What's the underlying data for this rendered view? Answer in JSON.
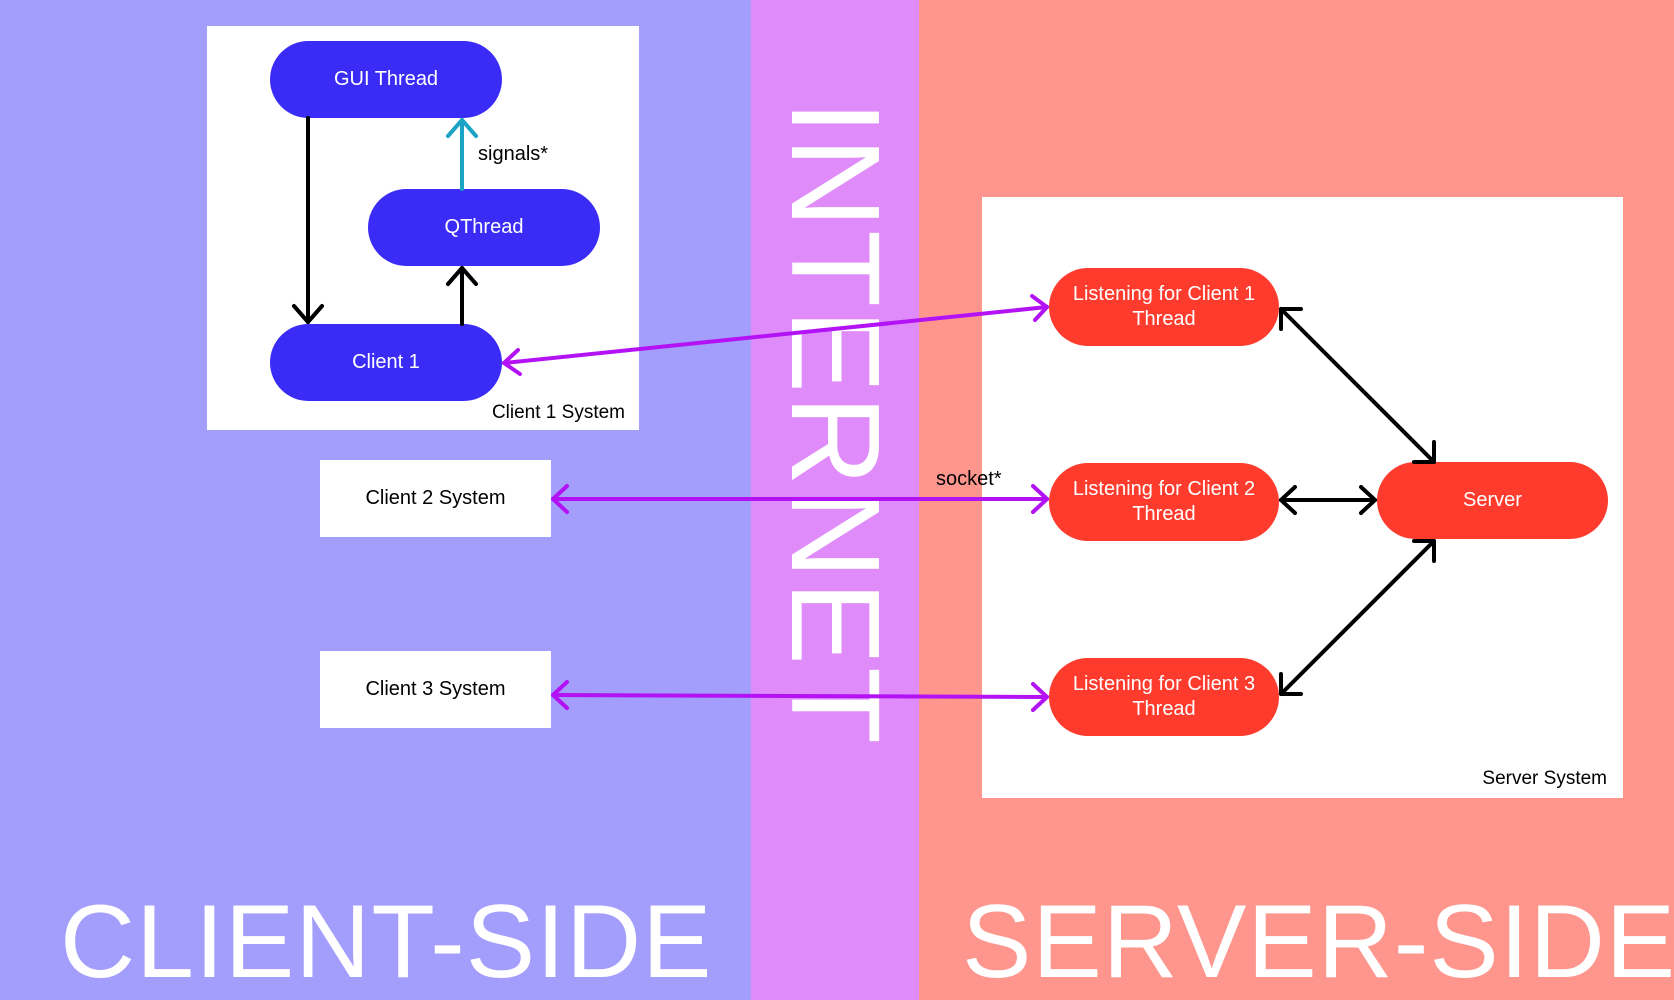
{
  "zones": {
    "client_side": {
      "label": "CLIENT-SIDE",
      "color": "#a39dfc"
    },
    "internet": {
      "label": "INTERNET",
      "color": "#df8cfa"
    },
    "server_side": {
      "label": "SERVER-SIDE",
      "color": "#fe968e"
    }
  },
  "systems": {
    "client1": "Client 1 System",
    "client2": "Client 2 System",
    "client3": "Client 3 System",
    "server": "Server System"
  },
  "nodes": {
    "gui_thread": "GUI Thread",
    "qthread": "QThread",
    "client1": "Client 1",
    "listen1": "Listening for Client 1 Thread",
    "listen2": "Listening for Client 2 Thread",
    "listen3": "Listening for Client 3 Thread",
    "server": "Server"
  },
  "edge_labels": {
    "signals": "signals*",
    "socket": "socket*"
  },
  "colors": {
    "client_node": "#3a2cf6",
    "server_node": "#ff3b2d",
    "signal_arrow": "#1aa3c4",
    "socket_arrow": "#b312f5",
    "internal_arrow": "#000000"
  }
}
